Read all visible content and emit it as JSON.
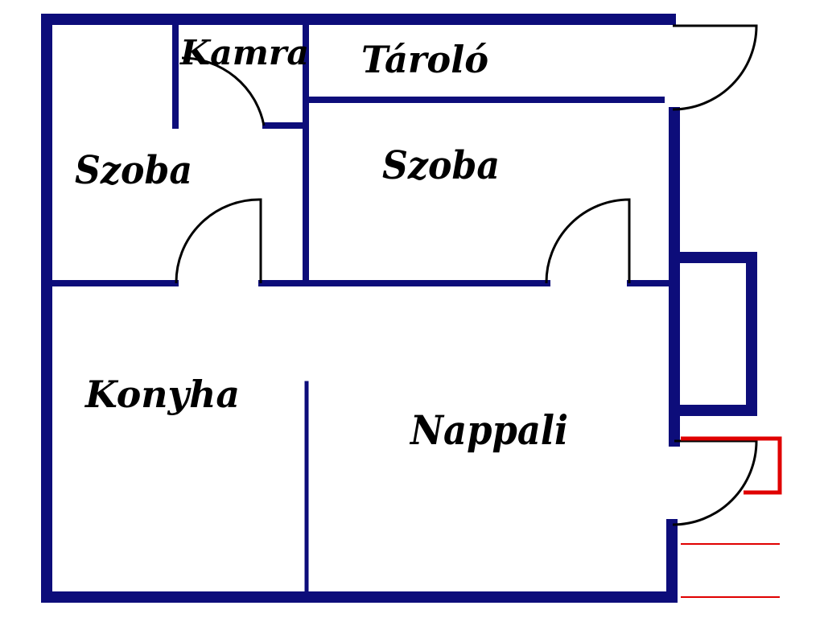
{
  "colors": {
    "wall": "#0d0d7a",
    "door": "#000000",
    "stair": "#e00000",
    "background": "#ffffff"
  },
  "rooms": [
    {
      "id": "kamra",
      "label": "Kamra"
    },
    {
      "id": "tarolo",
      "label": "Tároló"
    },
    {
      "id": "szoba-left",
      "label": "Szoba"
    },
    {
      "id": "szoba-right",
      "label": "Szoba"
    },
    {
      "id": "konyha",
      "label": "Konyha"
    },
    {
      "id": "nappali",
      "label": "Nappali"
    }
  ]
}
